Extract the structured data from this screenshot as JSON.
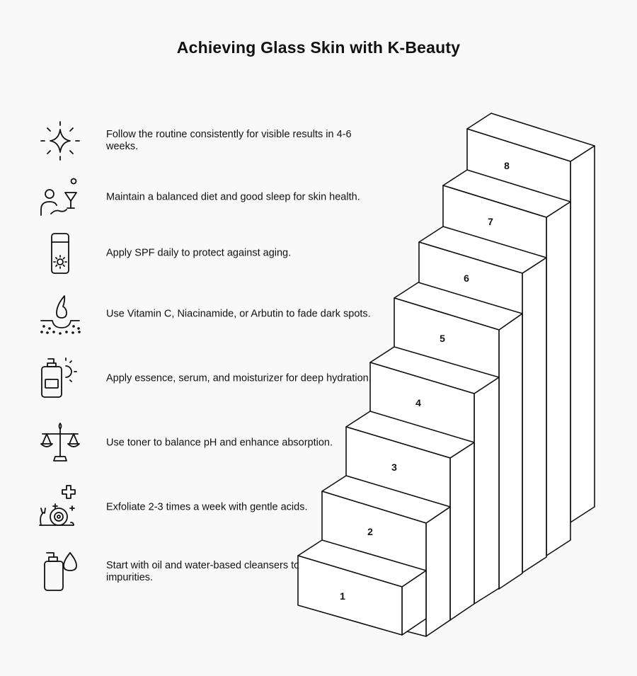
{
  "title": "Achieving Glass Skin with K-Beauty",
  "steps": [
    {
      "number": "1",
      "text": "Start with oil and water-based cleansers to remove impurities.",
      "icon": "cleanser-bottle-drop-icon"
    },
    {
      "number": "2",
      "text": "Exfoliate 2-3 times a week with gentle acids.",
      "icon": "snail-plus-icon"
    },
    {
      "number": "3",
      "text": "Use toner to balance pH and enhance absorption.",
      "icon": "balance-scale-icon"
    },
    {
      "number": "4",
      "text": "Apply essence, serum, and moisturizer for deep hydration.",
      "icon": "pump-bottle-sun-icon"
    },
    {
      "number": "5",
      "text": "Use Vitamin C, Niacinamide, or Arbutin to fade dark spots.",
      "icon": "skin-drop-icon"
    },
    {
      "number": "6",
      "text": "Apply SPF daily to protect against aging.",
      "icon": "sunscreen-tube-icon"
    },
    {
      "number": "7",
      "text": "Maintain a balanced diet and good sleep for skin health.",
      "icon": "person-drink-icon"
    },
    {
      "number": "8",
      "text": "Follow the routine consistently for visible results in 4-6 weeks.",
      "icon": "sparkle-icon"
    }
  ]
}
